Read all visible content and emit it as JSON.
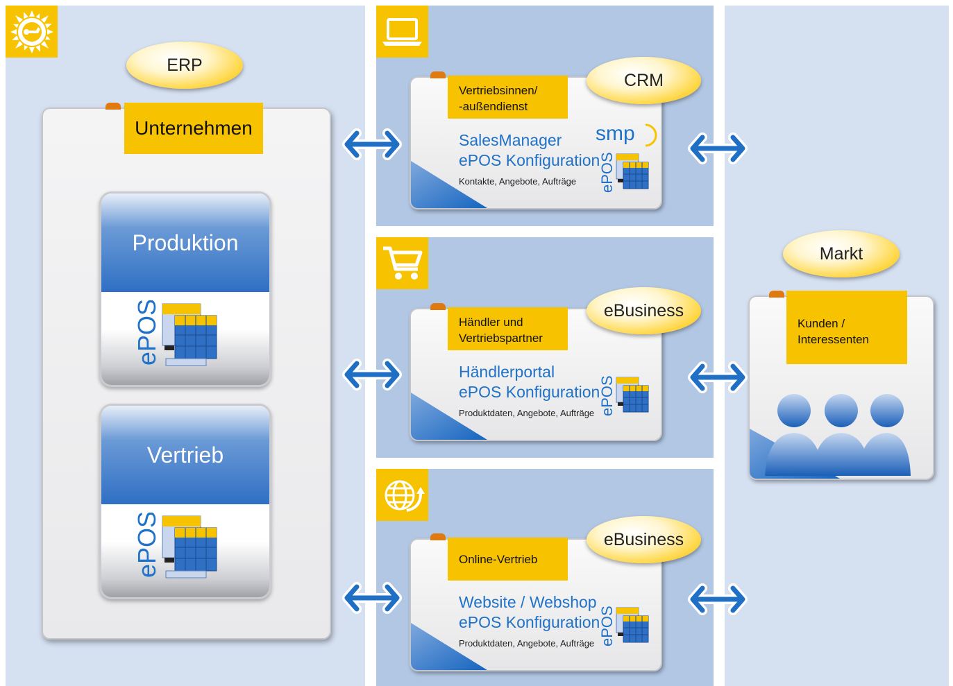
{
  "erp": {
    "label": "ERP"
  },
  "company": {
    "title": "Unternehmen",
    "modules": [
      {
        "title": "Produktion",
        "logo": "ePOS"
      },
      {
        "title": "Vertrieb",
        "logo": "ePOS"
      }
    ]
  },
  "channels": [
    {
      "icon": "laptop-icon",
      "badge": "CRM",
      "tag_line1": "Vertriebsinnen/",
      "tag_line2": "-außendienst",
      "title_line1": "SalesManager",
      "title_line2": "ePOS Konfiguration",
      "details": "Kontakte, Angebote, Aufträge",
      "brand": "smp",
      "logo": "ePOS"
    },
    {
      "icon": "shopping-cart-icon",
      "badge": "eBusiness",
      "tag_line1": "Händler und",
      "tag_line2": "Vertriebspartner",
      "title_line1": "Händlerportal",
      "title_line2": "ePOS Konfiguration",
      "details": "Produktdaten, Angebote, Aufträge",
      "logo": "ePOS"
    },
    {
      "icon": "globe-icon",
      "badge": "eBusiness",
      "tag_line1": "Online-Vertrieb",
      "title_line1": "Website / Webshop",
      "title_line2": "ePOS Konfiguration",
      "details": "Produktdaten, Angebote, Aufträge",
      "logo": "ePOS"
    }
  ],
  "market": {
    "badge": "Markt",
    "tag_line1": "Kunden /",
    "tag_line2": "Interessenten"
  },
  "colors": {
    "accent_yellow": "#f7c200",
    "brand_blue": "#1f72c7"
  }
}
